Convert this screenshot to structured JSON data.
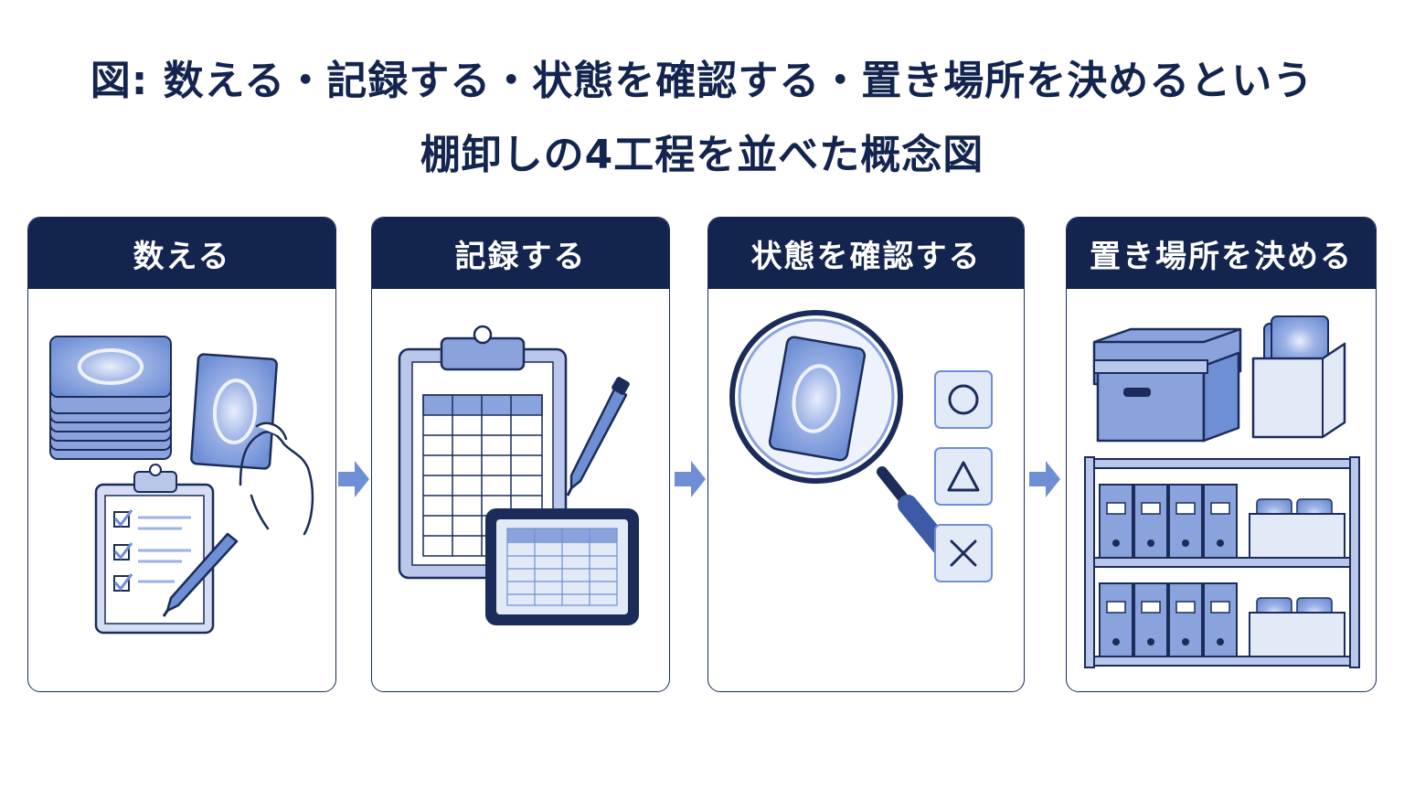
{
  "title": {
    "line1": "図: 数える・記録する・状態を確認する・置き場所を決めるという",
    "line2": "棚卸しの4工程を並べた概念図"
  },
  "steps": [
    {
      "label": "数える",
      "icons": [
        "card-stack-icon",
        "hand-holding-card-icon",
        "checklist-clipboard-icon",
        "pen-icon"
      ]
    },
    {
      "label": "記録する",
      "icons": [
        "clipboard-spreadsheet-icon",
        "pen-icon",
        "tablet-spreadsheet-icon"
      ]
    },
    {
      "label": "状態を確認する",
      "icons": [
        "magnifying-glass-card-icon",
        "circle-mark-icon",
        "triangle-mark-icon",
        "cross-mark-icon"
      ]
    },
    {
      "label": "置き場所を決める",
      "icons": [
        "storage-box-icon",
        "card-box-icon",
        "shelf-with-binders-icon"
      ]
    }
  ],
  "colors": {
    "navy": "#13244f",
    "accent": "#6f8fd4",
    "card_fill": "#8aa3dd",
    "light_fill": "#e3eaf7"
  }
}
